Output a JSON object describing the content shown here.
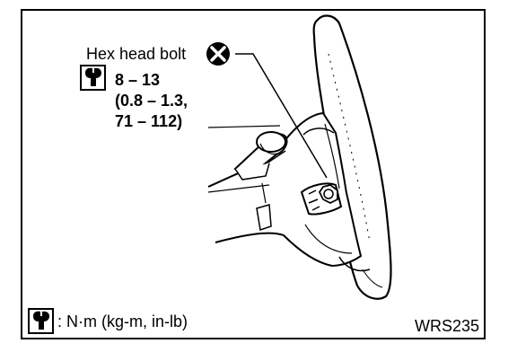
{
  "callout": {
    "part_label": "Hex head bolt",
    "part_marker_icon": "x-circle-icon",
    "torque_icon": "torque-wrench-icon",
    "torque_line1": "8 – 13",
    "torque_line2": "(0.8 – 1.3,",
    "torque_line3": "71 – 112)"
  },
  "legend": {
    "icon": "torque-wrench-icon",
    "text": ": N·m (kg-m, in-lb)"
  },
  "figure_code": "WRS235"
}
